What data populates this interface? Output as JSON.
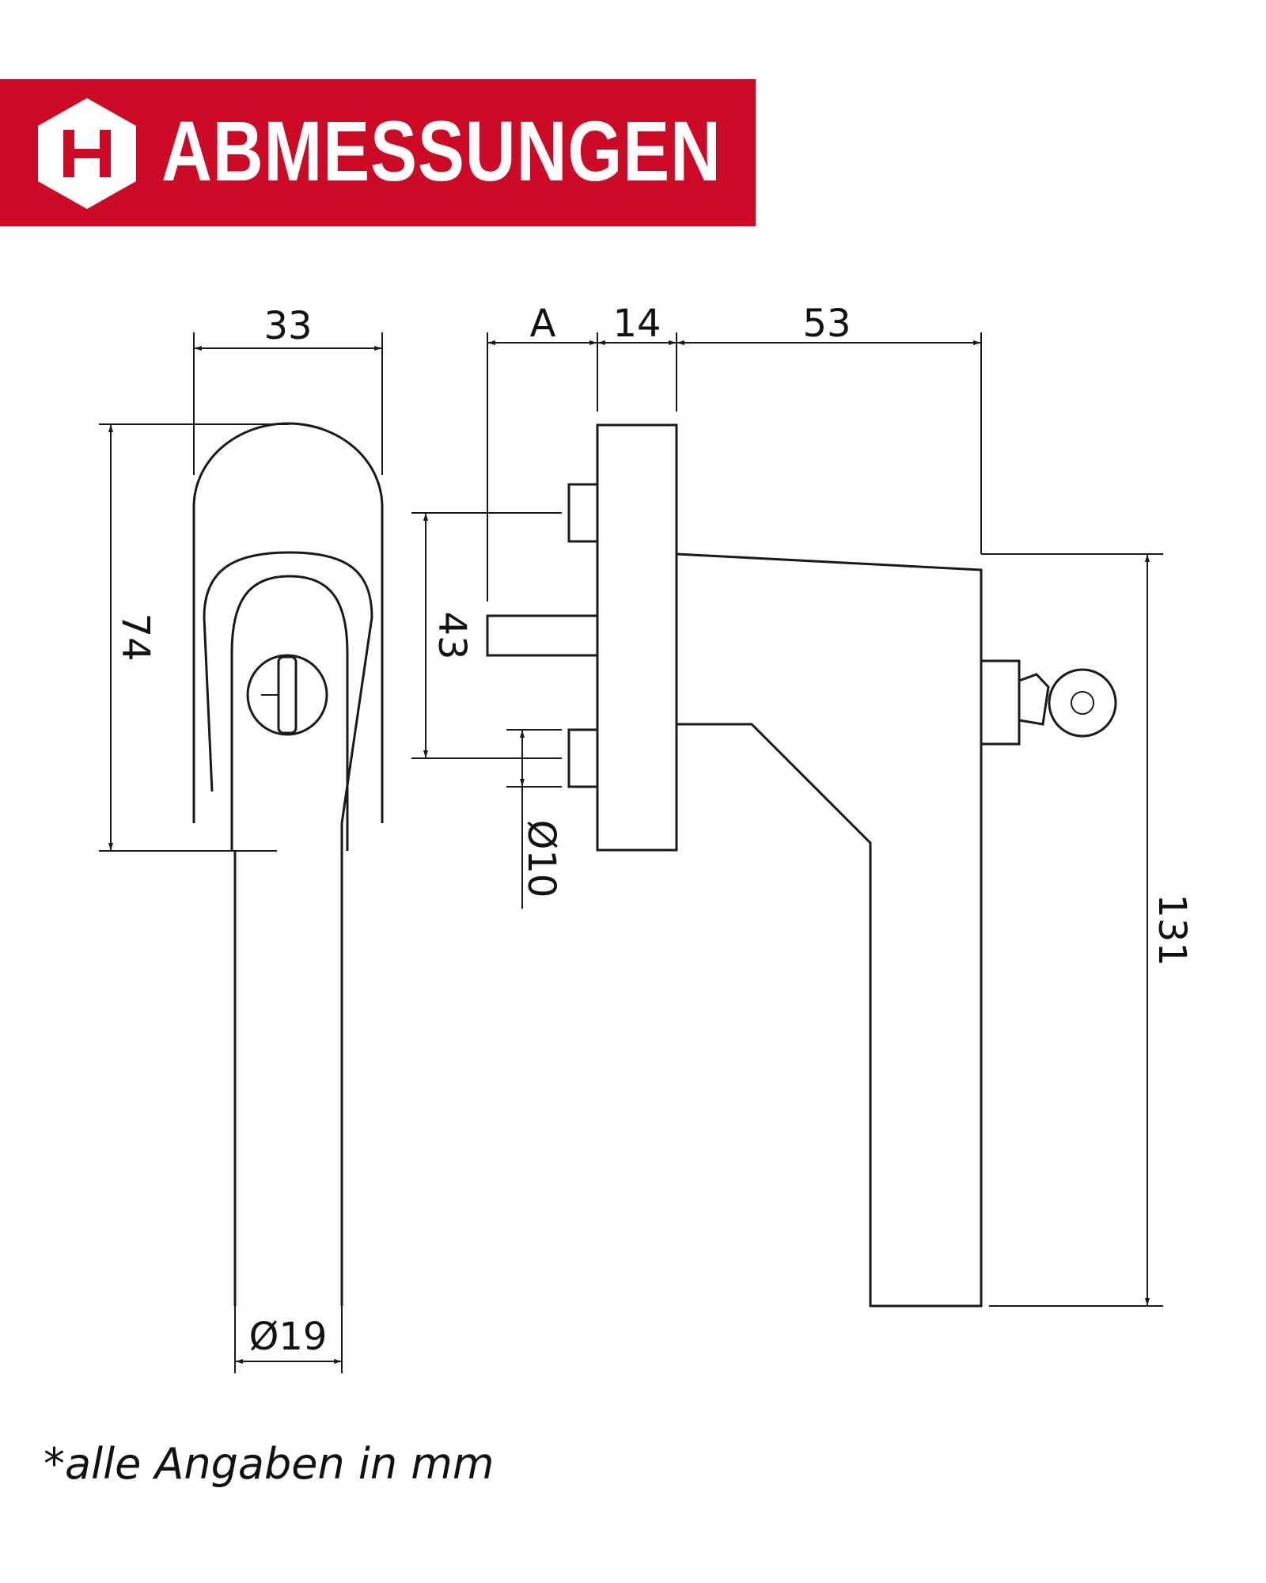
{
  "banner": {
    "title": "ABMESSUNGEN",
    "color": "#cc0a26",
    "logo": "hexagon-h-logo"
  },
  "dimensions": {
    "width_33": "33",
    "a": "A",
    "d14": "14",
    "d53": "53",
    "h74": "74",
    "h43": "43",
    "dia10": "Ø10",
    "h131": "131",
    "dia19": "Ø19"
  },
  "footnote": "*alle Angaben in mm"
}
